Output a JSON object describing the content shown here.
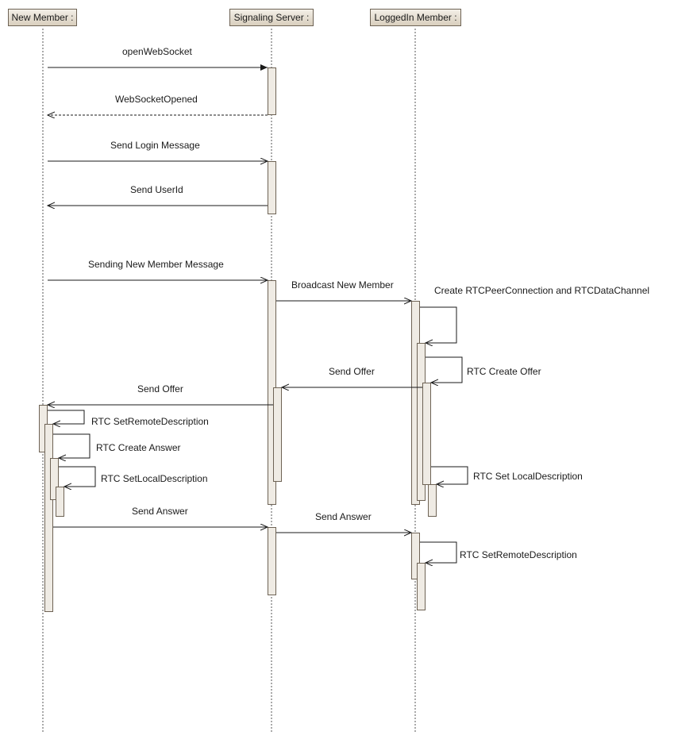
{
  "lifelines": [
    {
      "id": "new-member",
      "label": "New Member :"
    },
    {
      "id": "signaling-server",
      "label": "Signaling Server :"
    },
    {
      "id": "loggedin-member",
      "label": "LoggedIn Member :"
    }
  ],
  "messages": [
    {
      "id": "open-websocket",
      "label": "openWebSocket",
      "from": "new-member",
      "to": "signaling-server",
      "kind": "sync"
    },
    {
      "id": "websocket-opened",
      "label": "WebSocketOpened",
      "from": "signaling-server",
      "to": "new-member",
      "kind": "return"
    },
    {
      "id": "send-login-message",
      "label": "Send  Login Message",
      "from": "new-member",
      "to": "signaling-server",
      "kind": "async"
    },
    {
      "id": "send-userid",
      "label": "Send UserId",
      "from": "signaling-server",
      "to": "new-member",
      "kind": "async"
    },
    {
      "id": "sending-new-member-message",
      "label": "Sending New Member Message",
      "from": "new-member",
      "to": "signaling-server",
      "kind": "async"
    },
    {
      "id": "broadcast-new-member",
      "label": "Broadcast New Member",
      "from": "signaling-server",
      "to": "loggedin-member",
      "kind": "async"
    },
    {
      "id": "create-rtcpeerconnection",
      "label": "Create RTCPeerConnection  and RTCDataChannel",
      "from": "loggedin-member",
      "to": "loggedin-member",
      "kind": "self"
    },
    {
      "id": "rtc-create-offer",
      "label": "RTC Create Offer",
      "from": "loggedin-member",
      "to": "loggedin-member",
      "kind": "self"
    },
    {
      "id": "send-offer-to-server",
      "label": "Send Offer",
      "from": "loggedin-member",
      "to": "signaling-server",
      "kind": "async"
    },
    {
      "id": "send-offer-to-member",
      "label": "Send Offer",
      "from": "signaling-server",
      "to": "new-member",
      "kind": "async"
    },
    {
      "id": "rtc-set-remote-description-new",
      "label": "RTC SetRemoteDescription",
      "from": "new-member",
      "to": "new-member",
      "kind": "self"
    },
    {
      "id": "rtc-create-answer",
      "label": "RTC Create Answer",
      "from": "new-member",
      "to": "new-member",
      "kind": "self"
    },
    {
      "id": "rtc-set-local-description-new",
      "label": "RTC SetLocalDescription",
      "from": "new-member",
      "to": "new-member",
      "kind": "self"
    },
    {
      "id": "rtc-set-local-description-logged",
      "label": "RTC Set LocalDescription",
      "from": "loggedin-member",
      "to": "loggedin-member",
      "kind": "self"
    },
    {
      "id": "send-answer-to-server",
      "label": "Send Answer",
      "from": "new-member",
      "to": "signaling-server",
      "kind": "async"
    },
    {
      "id": "send-answer-to-member",
      "label": "Send Answer",
      "from": "signaling-server",
      "to": "loggedin-member",
      "kind": "async"
    },
    {
      "id": "rtc-set-remote-description-logged",
      "label": "RTC SetRemoteDescription",
      "from": "loggedin-member",
      "to": "loggedin-member",
      "kind": "self"
    }
  ]
}
